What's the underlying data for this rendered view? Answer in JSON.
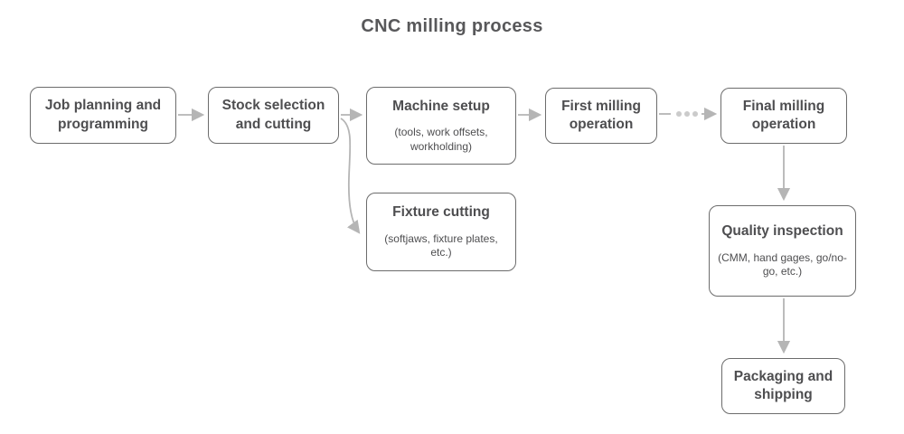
{
  "title": "CNC milling process",
  "colors": {
    "background": "#ffffff",
    "node_border": "#6c6c6c",
    "node_text": "#4e4e50",
    "arrow": "#b5b5b5",
    "ellipsis_dots": "#cbcbcb"
  },
  "nodes": [
    {
      "id": "job-planning",
      "label": "Job planning and programming"
    },
    {
      "id": "stock-selection",
      "label": "Stock selection and cutting"
    },
    {
      "id": "machine-setup",
      "label": "Machine setup",
      "sublabel": "(tools, work offsets, workholding)"
    },
    {
      "id": "first-milling",
      "label": "First milling operation"
    },
    {
      "id": "final-milling",
      "label": "Final milling operation"
    },
    {
      "id": "fixture-cutting",
      "label": "Fixture cutting",
      "sublabel": "(softjaws, fixture plates, etc.)"
    },
    {
      "id": "quality-inspection",
      "label": "Quality inspection",
      "sublabel": "(CMM, hand gages, go/no-go, etc.)"
    },
    {
      "id": "packaging-shipping",
      "label": "Packaging and shipping"
    }
  ],
  "edges": [
    {
      "from": "job-planning",
      "to": "stock-selection",
      "style": "solid-arrow"
    },
    {
      "from": "stock-selection",
      "to": "machine-setup",
      "style": "solid-arrow"
    },
    {
      "from": "stock-selection",
      "to": "fixture-cutting",
      "style": "curved-arrow"
    },
    {
      "from": "machine-setup",
      "to": "first-milling",
      "style": "solid-arrow"
    },
    {
      "from": "first-milling",
      "to": "final-milling",
      "style": "ellipsis-arrow"
    },
    {
      "from": "final-milling",
      "to": "quality-inspection",
      "style": "solid-arrow"
    },
    {
      "from": "quality-inspection",
      "to": "packaging-shipping",
      "style": "solid-arrow"
    }
  ]
}
